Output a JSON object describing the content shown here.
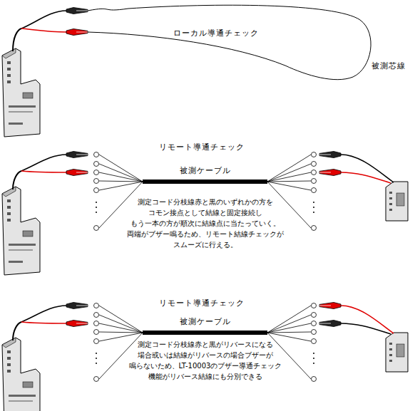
{
  "diagram": {
    "labels": [
      "ローカル導通チェック",
      "被測芯線",
      "リモート導通チェック",
      "被測ケーブル",
      "測定コード分枝線赤と黒のいずれかの方を コモン接点として結線と固定接続し もう一本の方が順次に結線点に当たっていく。 両端がブザー鳴るため、リモート結線チェックが スムーズに行える。",
      "リモート導通チェック",
      "被測ケーブル",
      "測定コード分枝線赤と黒がリバースになる 場合或いは結線がリバースの場合ブザーが 鳴らないため、LT-10003のブザー導通チェック 機能がリバース結線にも分別できる"
    ]
  }
}
